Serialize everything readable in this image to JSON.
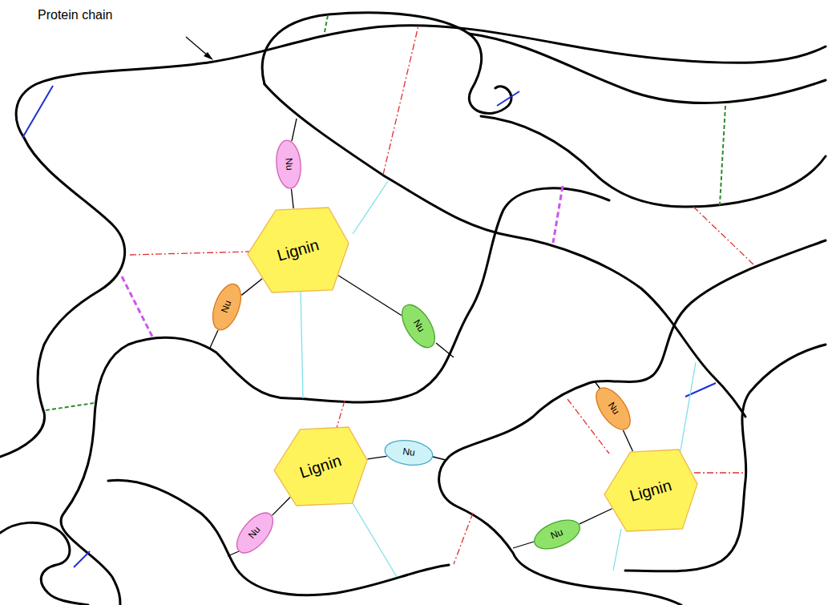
{
  "diagram": {
    "nodes": [
      {
        "text": [
          "Nu"
        ]
      },
      {
        "text": [
          "Lignin"
        ]
      },
      {
        "text": [
          "Nu"
        ]
      },
      {
        "text": [
          "Nu"
        ]
      },
      {
        "text": [
          "Nu"
        ]
      },
      {
        "text": [
          "Nu"
        ]
      },
      {
        "text": [
          "Lignin"
        ]
      },
      {
        "text": [
          "Lignin"
        ]
      },
      {
        "text": [
          "Nu"
        ]
      },
      {
        "text": [
          "Nu"
        ]
      }
    ],
    "edges": [
      {
        "from": 1,
        "to": 0,
        "arrow": "none"
      },
      {
        "from": 1,
        "to": 2,
        "arrow": "none"
      },
      {
        "from": 1,
        "to": 3,
        "arrow": "none"
      },
      {
        "from": 6,
        "to": 5,
        "arrow": "none"
      },
      {
        "from": 6,
        "to": 8,
        "arrow": "none"
      },
      {
        "from": 7,
        "to": 4,
        "arrow": "none"
      },
      {
        "from": 7,
        "to": 9,
        "arrow": "none"
      }
    ],
    "labels": [
      "Protein chain"
    ]
  }
}
